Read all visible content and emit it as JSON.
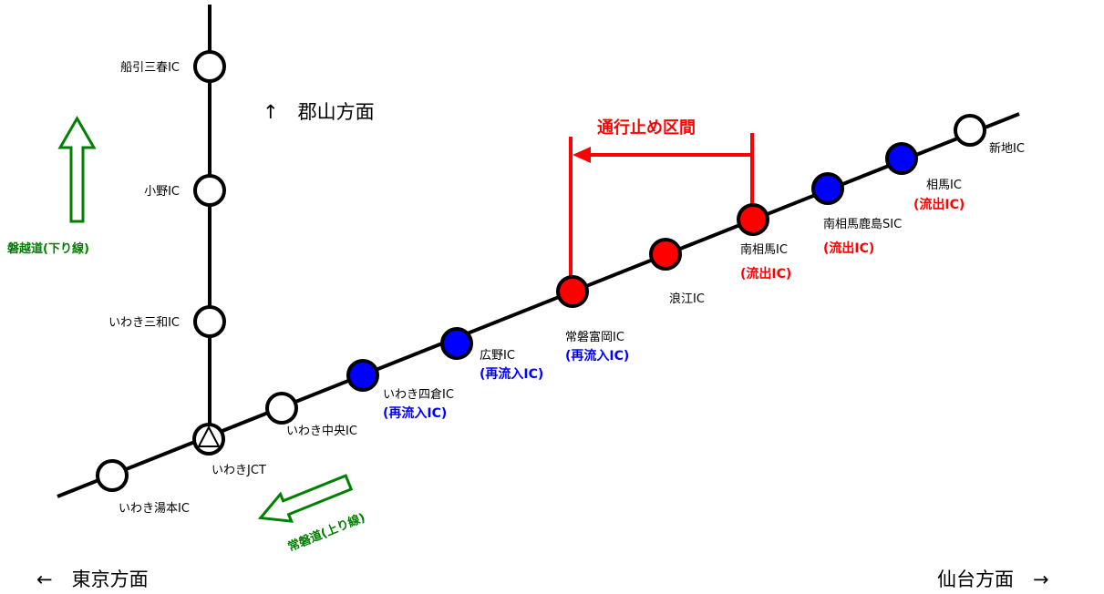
{
  "directions": {
    "north": "↑　郡山方面",
    "west": "←　東京方面",
    "east": "仙台方面　→"
  },
  "closure": {
    "label": "通行止め区間"
  },
  "roads": {
    "ban_etsu": "磐越道(下り線)",
    "joban": "常磐道(上り線)"
  },
  "interchanges": {
    "funahiki": {
      "name": "船引三春IC"
    },
    "ono": {
      "name": "小野IC"
    },
    "iwaki_miwa": {
      "name": "いわき三和IC"
    },
    "iwaki_jct": {
      "name": "いわきJCT"
    },
    "iwaki_yumoto": {
      "name": "いわき湯本IC"
    },
    "iwaki_chuo": {
      "name": "いわき中央IC"
    },
    "iwaki_yotsukura": {
      "name": "いわき四倉IC",
      "note": "(再流入IC)"
    },
    "hirono": {
      "name": "広野IC",
      "note": "(再流入IC)"
    },
    "joban_tomioka": {
      "name": "常磐富岡IC",
      "note": "(再流入IC)"
    },
    "namie": {
      "name": "浪江IC"
    },
    "minami_soma": {
      "name": "南相馬IC",
      "note": "(流出IC)"
    },
    "minami_soma_kashima": {
      "name": "南相馬鹿島SIC",
      "note": "(流出IC)"
    },
    "soma": {
      "name": "相馬IC",
      "note": "(流出IC)"
    },
    "shinchi": {
      "name": "新地IC"
    }
  },
  "colors": {
    "open": "#ffffff",
    "closed": "#ff0000",
    "reentry": "#0000ff",
    "closure_bracket": "#ff0000",
    "road_arrow": "#008000"
  }
}
